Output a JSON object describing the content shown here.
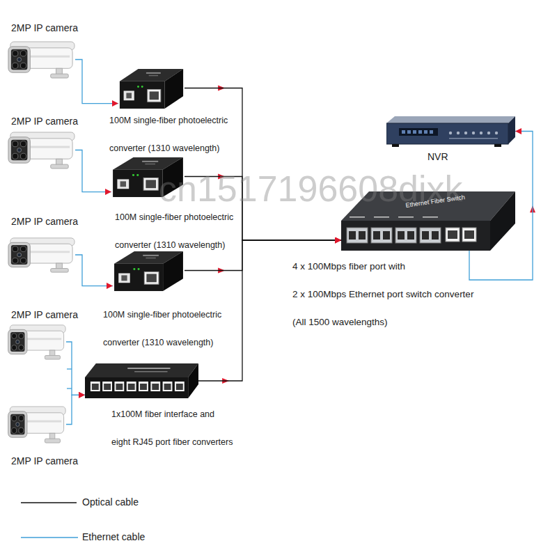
{
  "diagram": {
    "nodes": [
      {
        "text": [
          "2MP IP camera"
        ]
      },
      {
        "text": [
          "2MP IP camera"
        ]
      },
      {
        "text": [
          "2MP IP camera"
        ]
      },
      {
        "text": [
          "2MP IP camera"
        ]
      },
      {
        "text": [
          "2MP IP camera"
        ]
      },
      {
        "text": [
          "100M single-fiber photoelectric",
          "converter (1310 wavelength)"
        ]
      },
      {
        "text": [
          "100M single-fiber photoelectric",
          "converter (1310 wavelength)"
        ]
      },
      {
        "text": [
          "100M single-fiber photoelectric",
          "converter (1310 wavelength)"
        ]
      },
      {
        "text": [
          "1x100M fiber interface and",
          "eight RJ45 port fiber converters"
        ]
      },
      {
        "text": [
          "NVR"
        ]
      },
      {
        "text": [
          "4 x 100Mbps fiber port with",
          "2 x 100Mbps Ethernet port switch converter",
          "(All 1500 wavelengths)"
        ]
      }
    ],
    "edges": [
      {
        "from": 0,
        "to": 5,
        "arrow": "to"
      },
      {
        "from": 1,
        "to": 6,
        "arrow": "to"
      },
      {
        "from": 2,
        "to": 7,
        "arrow": "to"
      },
      {
        "from": 3,
        "to": 8,
        "arrow": "to"
      },
      {
        "from": 4,
        "to": 8,
        "arrow": "to"
      },
      {
        "from": 5,
        "to": 10,
        "arrow": "to"
      },
      {
        "from": 6,
        "to": 10,
        "arrow": "to"
      },
      {
        "from": 7,
        "to": 10,
        "arrow": "to"
      },
      {
        "from": 8,
        "to": 10,
        "arrow": "to"
      },
      {
        "from": 10,
        "to": 9,
        "arrow": "to"
      }
    ],
    "labels": [
      "cn1517196608dixk",
      "Ethernet Fiber Switch"
    ],
    "legend": [
      {
        "text": "Optical cable"
      },
      {
        "text": "Ethernet cable"
      }
    ]
  }
}
